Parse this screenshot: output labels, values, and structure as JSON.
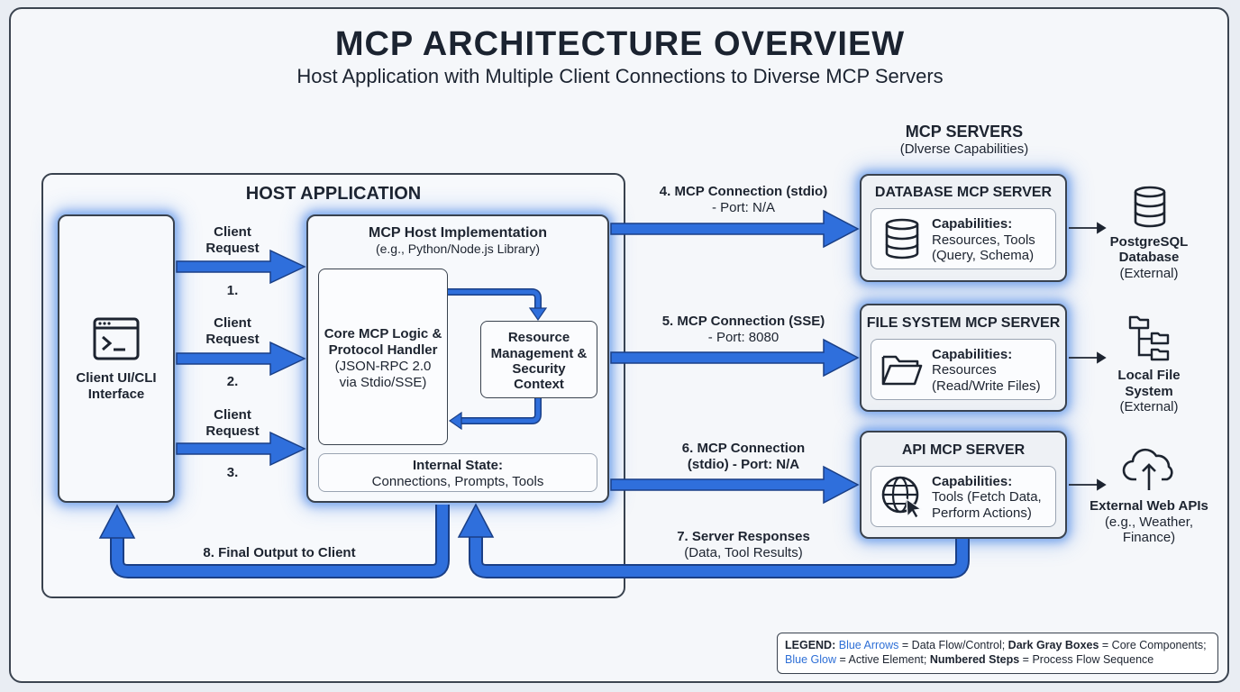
{
  "title": "MCP ARCHITECTURE OVERVIEW",
  "subtitle": "Host Application with Multiple Client Connections to Diverse MCP Servers",
  "host": {
    "label": "HOST APPLICATION",
    "client": {
      "line1": "Client UI/CLI",
      "line2": "Interface"
    },
    "impl": {
      "title": "MCP Host Implementation",
      "subtitle": "(e.g., Python/Node.js Library)"
    },
    "core": {
      "line1": "Core MCP Logic &",
      "line2": "Protocol Handler",
      "line3": "(JSON-RPC 2.0",
      "line4": "via Stdio/SSE)"
    },
    "resource": {
      "line1": "Resource",
      "line2": "Management &",
      "line3": "Security",
      "line4": "Context"
    },
    "state": {
      "title": "Internal State:",
      "items": "Connections, Prompts, Tools"
    },
    "requests": [
      {
        "line1": "Client",
        "line2": "Request",
        "step": "1."
      },
      {
        "line1": "Client",
        "line2": "Request",
        "step": "2."
      },
      {
        "line1": "Client",
        "line2": "Request",
        "step": "3."
      }
    ],
    "final_output": "8. Final Output to Client"
  },
  "servers_header": {
    "title": "MCP SERVERS",
    "subtitle": "(Dlverse Capabilities)"
  },
  "connections": [
    {
      "line1": "4. MCP Connection (stdio)",
      "line2": "- Port: N/A"
    },
    {
      "line1": "5. MCP Connection (SSE)",
      "line2": "- Port: 8080"
    },
    {
      "line1": "6. MCP Connection",
      "line2": "(stdio) - Port: N/A"
    }
  ],
  "responses": {
    "line1": "7. Server Responses",
    "line2": "(Data, Tool Results)"
  },
  "servers": [
    {
      "name": "DATABASE MCP SERVER",
      "cap_title": "Capabilities:",
      "cap1": "Resources, Tools",
      "cap2": "(Query, Schema)",
      "icon": "database-icon"
    },
    {
      "name": "FILE SYSTEM MCP SERVER",
      "cap_title": "Capabilities:",
      "cap1": "Resources",
      "cap2": "(Read/Write Files)",
      "icon": "folder-icon"
    },
    {
      "name": "API MCP SERVER",
      "cap_title": "Capabilities:",
      "cap1": "Tools (Fetch Data,",
      "cap2": "Perform Actions)",
      "icon": "globe-icon"
    }
  ],
  "externals": [
    {
      "line1": "PostgreSQL",
      "line2": "Database",
      "line3": "(External)",
      "icon": "database-icon"
    },
    {
      "line1": "Local File",
      "line2": "System",
      "line3": "(External)",
      "icon": "file-tree-icon"
    },
    {
      "line1": "External Web APIs",
      "line2": "(e.g., Weather,",
      "line3": "Finance)",
      "icon": "cloud-upload-icon"
    }
  ],
  "legend": {
    "label": "LEGEND:",
    "k1": "Blue Arrows",
    "v1": " = Data Flow/Control; ",
    "k2": "Dark Gray Boxes",
    "v2": " = Core Components;",
    "k3": "Blue Glow",
    "v3": " = Active Element; ",
    "k4": "Numbered Steps",
    "v4": " = Process Flow Sequence"
  },
  "colors": {
    "arrow": "#2f6fdc",
    "arrow_stroke": "#1a3f86",
    "glow": "#3b7de6",
    "border": "#39424e"
  }
}
